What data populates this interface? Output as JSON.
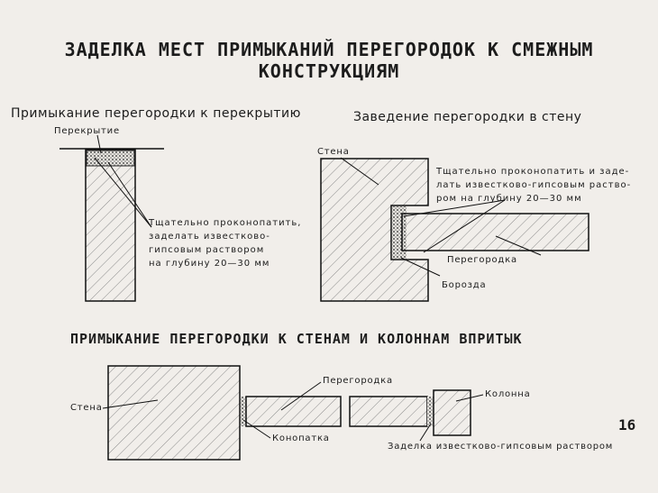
{
  "title": {
    "line1": "ЗАДЕЛКА МЕСТ ПРИМЫКАНИЙ ПЕРЕГОРОДОК К СМЕЖНЫМ",
    "line2": "КОНСТРУКЦИЯМ"
  },
  "section_ceiling": {
    "heading": "Примыкание перегородки к перекрытию",
    "label_ceiling": "Перекрытие",
    "note_lines": [
      "Тщательно проконопатить,",
      "заделать   известково-",
      "гипсовым    раствором",
      "на глубину 20—30  мм"
    ]
  },
  "section_wall": {
    "heading": "Заведение перегородки в стену",
    "label_wall": "Стена",
    "note_lines": [
      "Тщательно проконопатить и заде-",
      "лать известково-гипсовым раство-",
      "ром на глубину 20—30  мм"
    ],
    "label_partition": "Перегородка",
    "label_groove": "Борозда"
  },
  "section_flush": {
    "heading": "ПРИМЫКАНИЕ ПЕРЕГОРОДКИ К СТЕНАМ И КОЛОННАМ ВПРИТЫК",
    "label_wall": "Стена",
    "label_partition": "Перегородка",
    "label_column": "Колонна",
    "label_caulk": "Конопатка",
    "label_mortar": "Заделка известково-гипсовым раствором"
  },
  "page_number": "16"
}
